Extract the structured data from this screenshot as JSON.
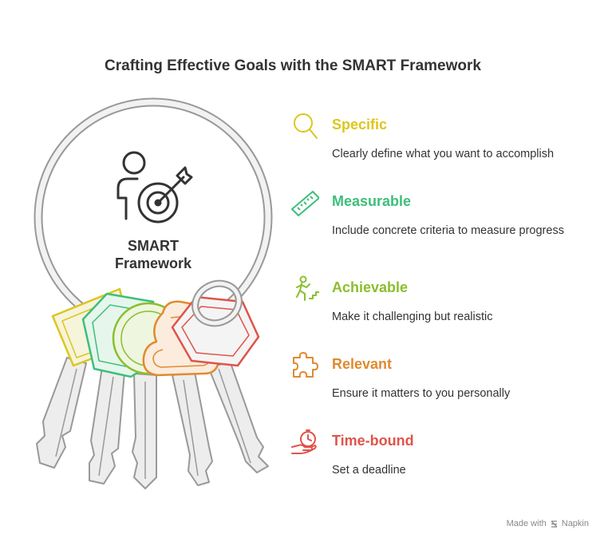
{
  "title": "Crafting Effective Goals with the SMART Framework",
  "center": {
    "line1": "SMART",
    "line2": "Framework",
    "icon": "person-target-icon"
  },
  "items": [
    {
      "heading": "Specific",
      "description": "Clearly define what you want to accomplish",
      "color": "#DCC61E",
      "icon": "magnifier-icon"
    },
    {
      "heading": "Measurable",
      "description": "Include concrete criteria to measure progress",
      "color": "#3CBF7A",
      "icon": "ruler-icon"
    },
    {
      "heading": "Achievable",
      "description": "Make it challenging but realistic",
      "color": "#8BBE2E",
      "icon": "climber-icon"
    },
    {
      "heading": "Relevant",
      "description": "Ensure it matters to you personally",
      "color": "#E08A2E",
      "icon": "puzzle-icon"
    },
    {
      "heading": "Time-bound",
      "description": "Set a deadline",
      "color": "#E0534A",
      "icon": "hand-stopwatch-icon"
    }
  ],
  "credit": {
    "prefix": "Made with",
    "brand": "Napkin"
  }
}
